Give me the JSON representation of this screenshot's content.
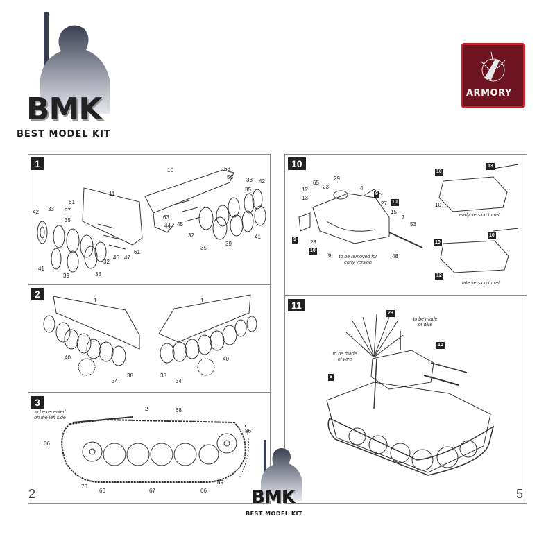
{
  "brand": {
    "logo_text": "BMK",
    "name": "BEST MODEL KIT",
    "armory": "ARMORY"
  },
  "pages": {
    "left": "2",
    "right": "5"
  },
  "steps": [
    {
      "number": "1",
      "parts": [
        "10",
        "63",
        "56",
        "33",
        "42",
        "11",
        "61",
        "57",
        "35",
        "33",
        "42",
        "35",
        "63",
        "44",
        "45",
        "32",
        "46",
        "47",
        "61",
        "32",
        "35",
        "39",
        "41",
        "41",
        "39",
        "35"
      ]
    },
    {
      "number": "2",
      "parts": [
        "1",
        "1",
        "40",
        "38",
        "34",
        "38",
        "34",
        "40"
      ]
    },
    {
      "number": "3",
      "note": "to be repeated on the left side",
      "parts": [
        "2",
        "68",
        "66",
        "86",
        "70",
        "66",
        "67",
        "66",
        "69"
      ]
    },
    {
      "number": "10",
      "parts": [
        "65",
        "29",
        "12",
        "23",
        "4",
        "13",
        "9",
        "27",
        "10",
        "15",
        "7",
        "53",
        "9",
        "28",
        "10",
        "6",
        "48",
        "10",
        "10",
        "13",
        "10",
        "10",
        "12"
      ],
      "note_removed": "to be removed for early version",
      "early_label": "early version turret",
      "late_label": "late version turret"
    },
    {
      "number": "11",
      "parts": [
        "23",
        "10",
        "8"
      ],
      "note_wire_1": "to be made of wire",
      "note_wire_2": "to be made of wire"
    }
  ],
  "colors": {
    "armory_bg": "#6e1420",
    "armory_border": "#c8242f",
    "line": "#333333"
  }
}
